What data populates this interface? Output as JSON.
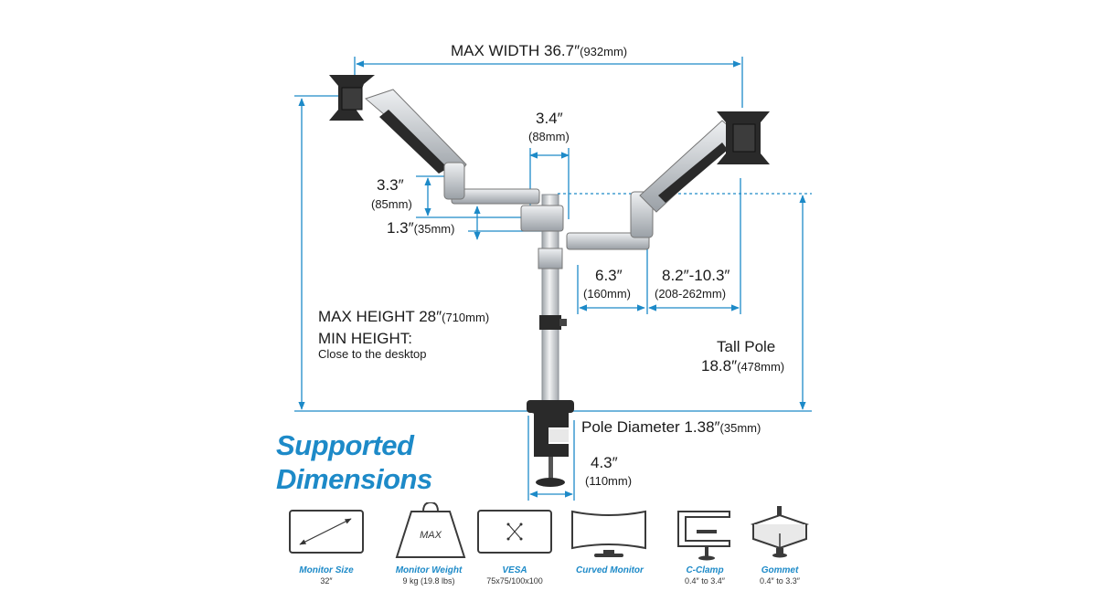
{
  "dimensions": {
    "max_width": "MAX WIDTH 36.7″",
    "max_width_mm": "(932mm)",
    "pole_spacing": "3.4″",
    "pole_spacing_mm": "(88mm)",
    "arm_drop": "3.3″",
    "arm_drop_mm": "(85mm)",
    "arm_offset": "1.3″",
    "arm_offset_mm": "(35mm)",
    "inner_arm": "6.3″",
    "inner_arm_mm": "(160mm)",
    "outer_arm": "8.2″-10.3″",
    "outer_arm_mm": "(208-262mm)",
    "max_height": "MAX HEIGHT 28″",
    "max_height_mm": "(710mm)",
    "min_height": "MIN HEIGHT:",
    "min_height_note": "Close to the desktop",
    "tall_pole": "Tall Pole",
    "tall_pole_value": "18.8″",
    "tall_pole_mm": "(478mm)",
    "pole_diameter": "Pole Diameter 1.38″",
    "pole_diameter_mm": "(35mm)",
    "clamp_width": "4.3″",
    "clamp_width_mm": "(110mm)"
  },
  "supported": {
    "heading_line1": "Supported",
    "heading_line2": "Dimensions",
    "items": [
      {
        "icon": "monitor-size-icon",
        "title": "Monitor Size",
        "value": "32″"
      },
      {
        "icon": "weight-icon",
        "badge": "MAX",
        "title": "Monitor Weight",
        "value": "9 kg (19.8 lbs)"
      },
      {
        "icon": "vesa-icon",
        "title": "VESA",
        "value": "75x75/100x100"
      },
      {
        "icon": "curved-monitor-icon",
        "title": "Curved Monitor",
        "value": ""
      },
      {
        "icon": "c-clamp-icon",
        "title": "C-Clamp",
        "value": "0.4″ to 3.4″"
      },
      {
        "icon": "grommet-icon",
        "title": "Gommet",
        "value": "0.4″ to 3.3″"
      }
    ]
  },
  "colors": {
    "dimension_line": "#1d8ac8",
    "heading": "#1d8ac8",
    "arm_silver": "#c8ccd0",
    "dark": "#2a2a2a"
  }
}
